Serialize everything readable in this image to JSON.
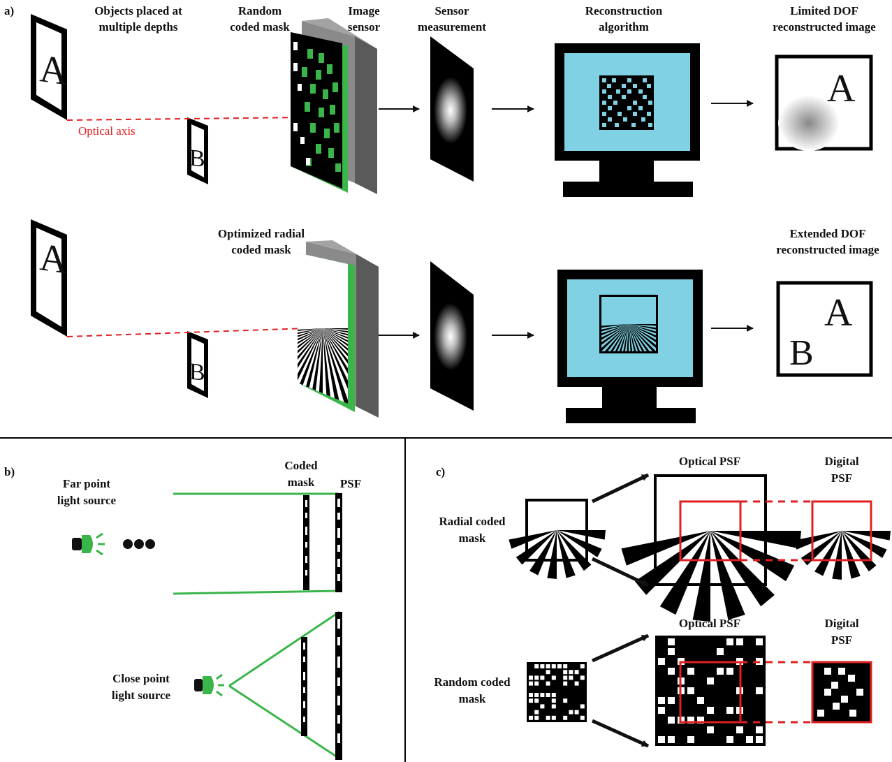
{
  "panel_a": {
    "letter": "a)",
    "objects_label": [
      "Objects placed at",
      "multiple depths"
    ],
    "random_mask_label": [
      "Random",
      "coded mask"
    ],
    "sensor_label": [
      "Image",
      "sensor"
    ],
    "measurement_label": [
      "Sensor",
      "measurement"
    ],
    "reconstruction_label": [
      "Reconstruction",
      "algorithm"
    ],
    "limited_label": [
      "Limited DOF",
      "reconstructed image"
    ],
    "optical_axis": "Optical axis",
    "radial_mask_label": [
      "Optimized radial",
      "coded mask"
    ],
    "extended_label": [
      "Extended DOF",
      "reconstructed image"
    ],
    "letter_a": "A",
    "letter_b": "B"
  },
  "panel_b": {
    "letter": "b)",
    "far_label": [
      "Far point",
      "light source"
    ],
    "coded_mask_label": [
      "Coded",
      "mask"
    ],
    "psf_label": "PSF",
    "close_label": [
      "Close point",
      "light source"
    ]
  },
  "panel_c": {
    "letter": "c)",
    "radial_label": [
      "Radial coded",
      "mask"
    ],
    "random_label": [
      "Random coded",
      "mask"
    ],
    "optical_psf": "Optical PSF",
    "digital_psf": [
      "Digital",
      "PSF"
    ]
  },
  "colors": {
    "green": "#39b54a",
    "red": "#e02020",
    "screen": "#7fd1e3",
    "sensor_grey": "#5a5a5a"
  }
}
